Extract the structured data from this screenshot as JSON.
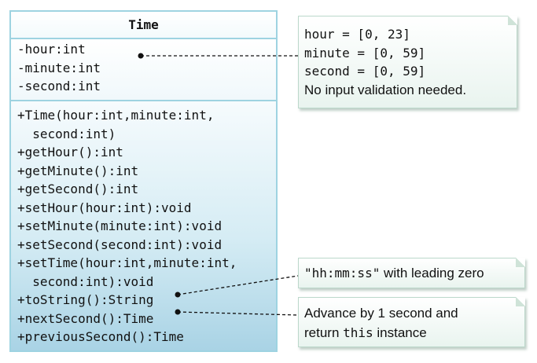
{
  "class": {
    "name": "Time",
    "attributes": [
      "-hour:int",
      "-minute:int",
      "-second:int"
    ],
    "methods": [
      "+Time(hour:int,minute:int,",
      "  second:int)",
      "+getHour():int",
      "+getMinute():int",
      "+getSecond():int",
      "+setHour(hour:int):void",
      "+setMinute(minute:int):void",
      "+setSecond(second:int):void",
      "+setTime(hour:int,minute:int,",
      "  second:int):void",
      "+toString():String",
      "+nextSecond():Time",
      "+previousSecond():Time"
    ]
  },
  "notes": {
    "ranges": {
      "hour": "hour = [0, 23]",
      "minute": "minute = [0, 59]",
      "second": "second = [0, 59]",
      "validation": "No input validation needed."
    },
    "tostring": {
      "quoted": "\"hh:mm:ss\"",
      "rest": " with leading zero"
    },
    "nextsecond": {
      "line1": "Advance by 1 second and",
      "line2_prefix": "return ",
      "line2_keyword": "this",
      "line2_suffix": " instance"
    }
  },
  "colors": {
    "class_border": "#9ed3e1",
    "methods_gradient_bottom": "#a9d3e5",
    "note_background": "#e9f4ef",
    "connector": "#111111"
  }
}
